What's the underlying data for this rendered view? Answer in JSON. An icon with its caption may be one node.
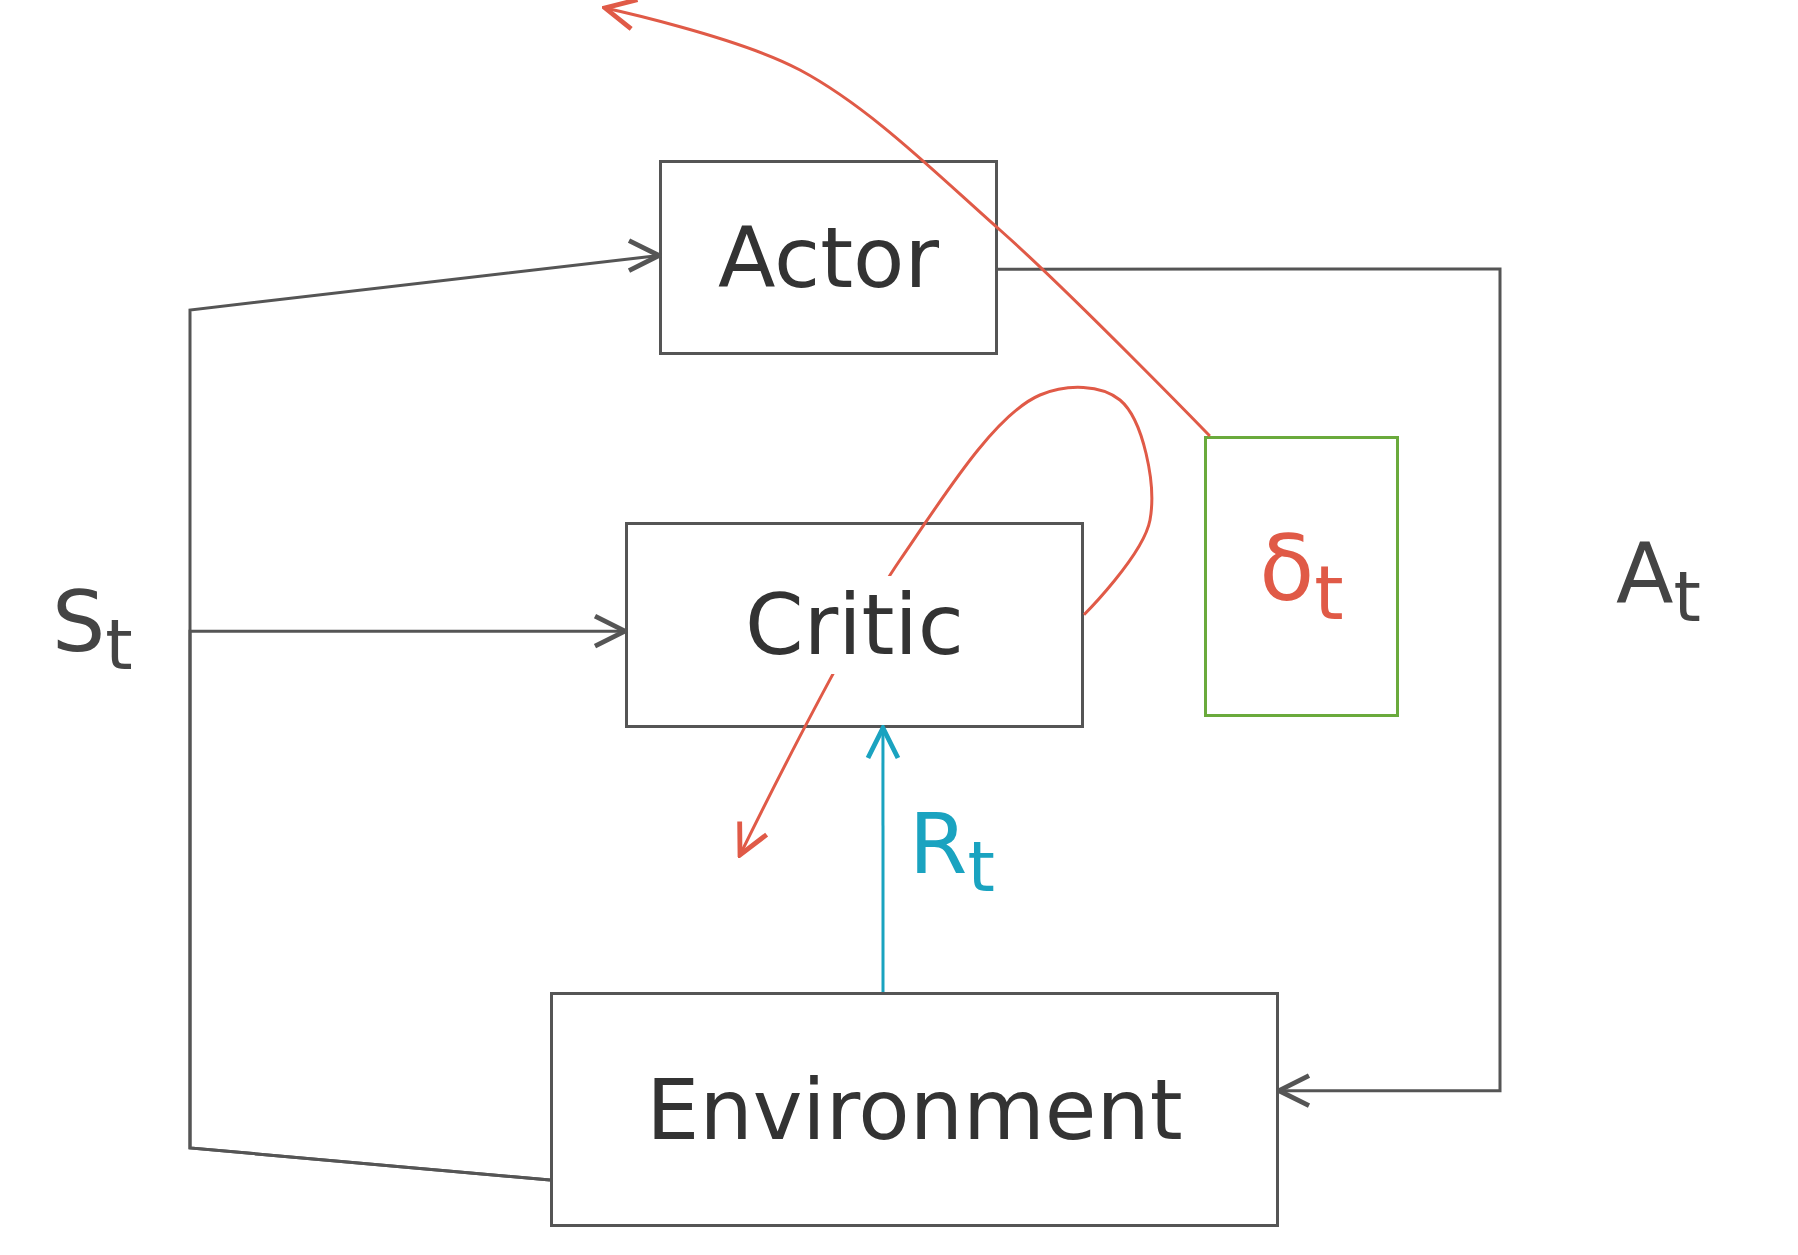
{
  "diagram": {
    "nodes": [
      {
        "text": [
          "Actor"
        ]
      },
      {
        "text": [
          "Critic"
        ]
      },
      {
        "text": [
          "Environment"
        ]
      },
      {
        "text": [
          "δ$_{t}$"
        ]
      }
    ],
    "edges": [
      {
        "from": 2,
        "to": 0,
        "arrow": "to",
        "label": "S$_{t}$"
      },
      {
        "from": 2,
        "to": 1,
        "arrow": "to"
      },
      {
        "from": 0,
        "to": 2,
        "arrow": "to",
        "label": "A$_{t}$"
      },
      {
        "from": 2,
        "to": 1,
        "arrow": "to",
        "label": "R$_{t}$",
        "color": "#1aa3c0"
      },
      {
        "from": 1,
        "to": null,
        "arrow": "to",
        "color": "#e05a47"
      },
      {
        "from": 3,
        "to": null,
        "arrow": "to",
        "color": "#e05a47"
      }
    ]
  }
}
